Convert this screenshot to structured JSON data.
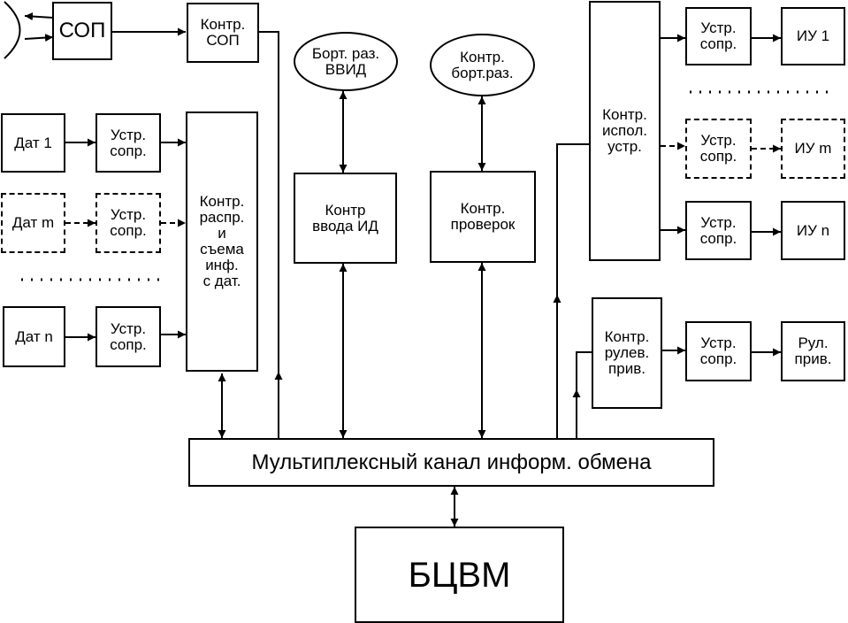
{
  "colors": {
    "line": "#000000",
    "background": "#ffffff"
  },
  "blocks": {
    "sop": "СОП",
    "kontr_sop": "Контр.\nСОП",
    "dat1": "Дат 1",
    "datm": "Дат m",
    "datn": "Дат n",
    "ustr_dat1": "Устр.\nсопр.",
    "ustr_datm": "Устр.\nсопр.",
    "ustr_datn": "Устр.\nсопр.",
    "kontr_raspr": "Контр.\nраспр.\nи\nсъема\nинф.\nс дат.",
    "bort_vvid": "Борт. раз.\nВВИД",
    "kontr_vvoda": "Контр\nввода ИД",
    "kontr_bort": "Контр.\nборт.раз.",
    "kontr_proverok": "Контр.\nпроверок",
    "kontr_ispol": "Контр.\nиспол.\nустр.",
    "ustr_iu1": "Устр.\nсопр.",
    "ustr_ium": "Устр.\nсопр.",
    "ustr_iun": "Устр.\nсопр.",
    "iu1": "ИУ 1",
    "ium": "ИУ m",
    "iun": "ИУ n",
    "kontr_rulev": "Контр.\nрулев.\nприв.",
    "ustr_rul": "Устр.\nсопр.",
    "rul_priv": "Рул.\nприв.",
    "bus": "Мультиплексный канал информ. обмена",
    "bcvm": "БЦВМ"
  }
}
